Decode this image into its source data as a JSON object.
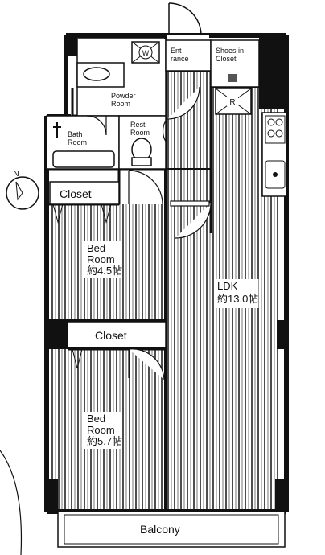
{
  "floorplan": {
    "rooms": {
      "entrance": "Ent\nrance",
      "shoes_closet": "Shoes in\nCloset",
      "powder_room": "Powder\nRoom",
      "bath_room": "Bath\nRoom",
      "rest_room": "Rest\nRoom",
      "closet_upper": "Closet",
      "bed_room_1": "Bed\nRoom\n約4.5帖",
      "ldk": "LDK\n約13.0帖",
      "closet_lower": "Closet",
      "bed_room_2": "Bed\nRoom\n約5.7帖",
      "balcony": "Balcony"
    },
    "fixtures": {
      "washer": "W",
      "fridge": "R"
    },
    "compass": {
      "north": "N"
    }
  }
}
